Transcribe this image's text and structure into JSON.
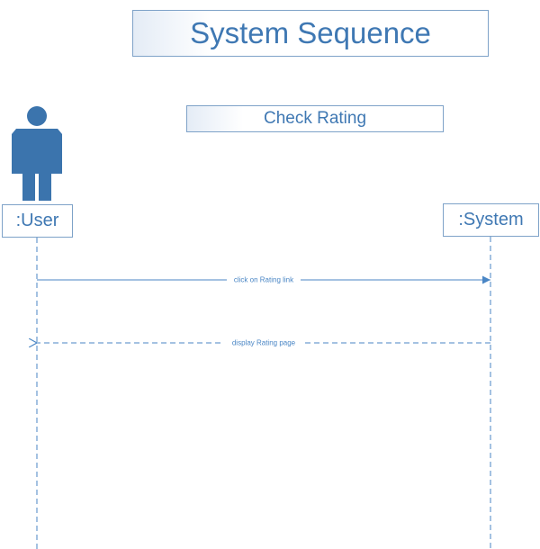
{
  "title": "System Sequence",
  "frame_label": "Check Rating",
  "participants": {
    "user": ":User",
    "system": ":System"
  },
  "messages": [
    {
      "label": "click on Rating link",
      "from": "user",
      "to": "system",
      "style": "solid"
    },
    {
      "label": "display Rating page",
      "from": "system",
      "to": "user",
      "style": "dashed"
    }
  ],
  "colors": {
    "line": "#4a86c5",
    "actor": "#3b74ad",
    "text": "#3f78b3",
    "border": "#7ea2c8"
  }
}
